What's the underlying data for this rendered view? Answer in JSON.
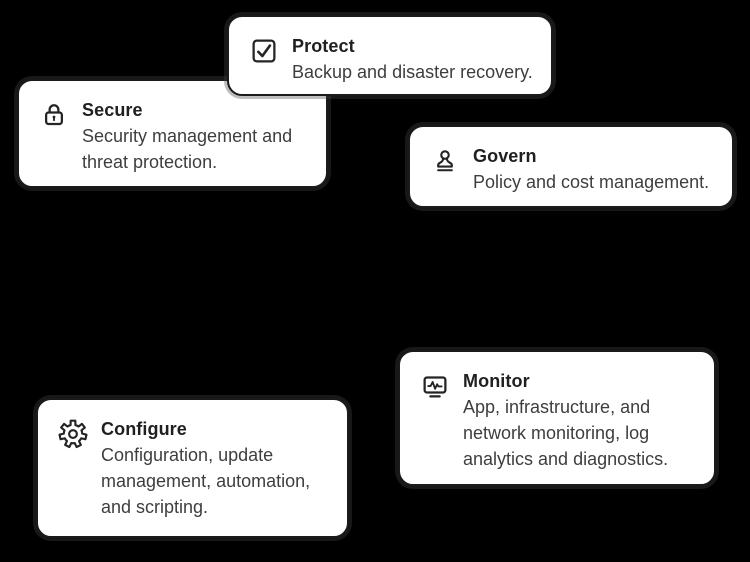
{
  "colors": {
    "background": "#000000",
    "card_background": "#ffffff",
    "card_border": "#1a1a1a",
    "title_color": "#202020",
    "description_color": "#3e3e3e"
  },
  "cards": {
    "protect": {
      "title": "Protect",
      "description": "Backup and disaster recovery.",
      "icon": "checkbox-check-icon"
    },
    "secure": {
      "title": "Secure",
      "description": "Security management and threat protection.",
      "icon": "lock-icon"
    },
    "govern": {
      "title": "Govern",
      "description": "Policy and cost management.",
      "icon": "stamp-icon"
    },
    "monitor": {
      "title": "Monitor",
      "description": "App, infrastructure, and network monitoring, log analytics and diagnostics.",
      "icon": "monitor-pulse-icon"
    },
    "configure": {
      "title": "Configure",
      "description": "Configuration, update management, automation, and scripting.",
      "icon": "gear-icon"
    }
  }
}
